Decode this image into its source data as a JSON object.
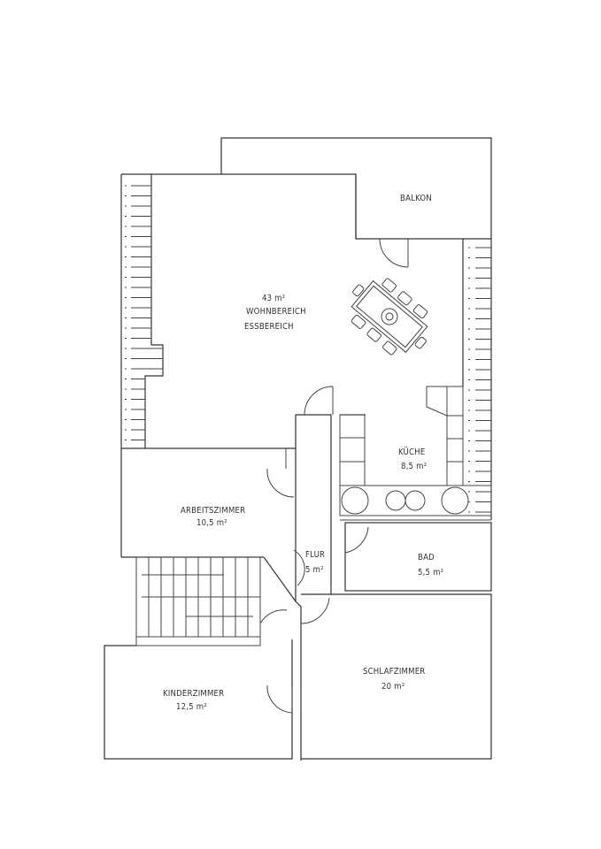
{
  "plan": {
    "rooms": [
      {
        "id": "balkon",
        "name": "BALKON",
        "area": ""
      },
      {
        "id": "wohnbereich",
        "area": "43 m²",
        "name": "WOHNBEREICH",
        "name2": "ESSBEREICH"
      },
      {
        "id": "kueche",
        "name": "KÜCHE",
        "area": "8,5 m²"
      },
      {
        "id": "arbeitszimmer",
        "name": "ARBEITSZIMMER",
        "area": "10,5 m²"
      },
      {
        "id": "flur",
        "name": "FLUR",
        "area": "5 m²"
      },
      {
        "id": "bad",
        "name": "BAD",
        "area": "5,5 m²"
      },
      {
        "id": "kinderzimmer",
        "name": "KINDERZIMMER",
        "area": "12,5 m²"
      },
      {
        "id": "schlafzimmer",
        "name": "SCHLAFZIMMER",
        "area": "20 m²"
      }
    ],
    "colors": {
      "line": "#333333",
      "background": "#ffffff"
    }
  }
}
